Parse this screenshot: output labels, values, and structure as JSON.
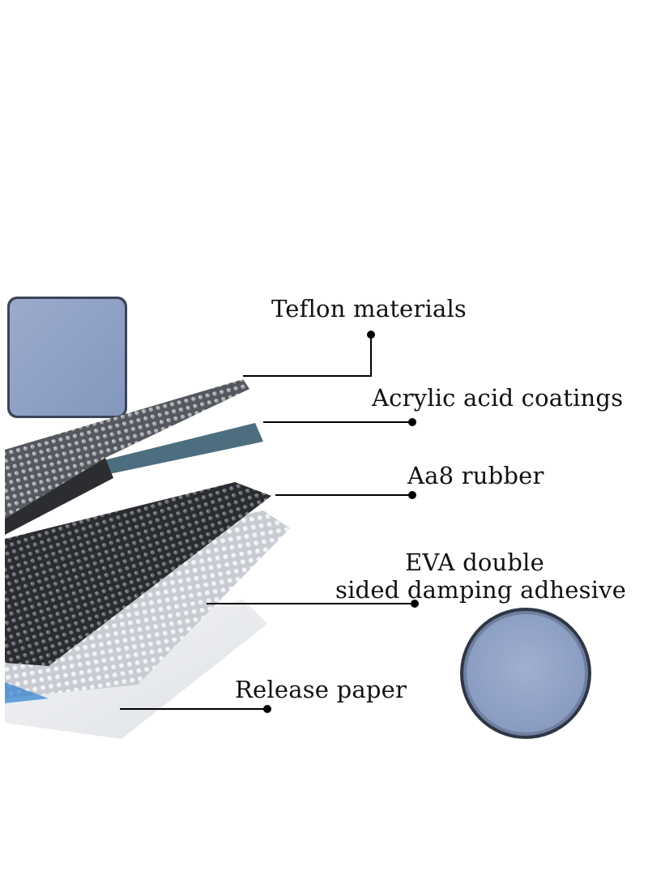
{
  "labels": {
    "teflon": "Teflon materials",
    "acrylic": "Acrylic acid coatings",
    "rubber": "Aa8 rubber",
    "eva_line1": "EVA double",
    "eva_line2": "sided damping adhesive",
    "release": "Release paper"
  },
  "colors": {
    "pad_fill": "#8fa1c4",
    "pad_edge": "#3b4458",
    "leader": "#000000",
    "background": "#ffffff"
  }
}
